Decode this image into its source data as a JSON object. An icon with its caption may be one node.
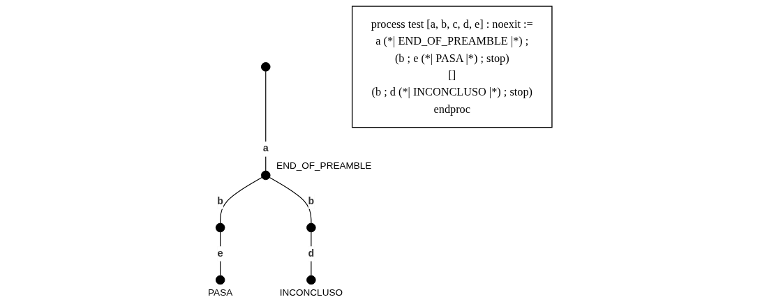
{
  "diagram": {
    "nodes": [
      {
        "text": [],
        "shape": "circle"
      },
      {
        "text": [],
        "shape": "circle",
        "beside": [
          "END_OF_PREAMBLE"
        ]
      },
      {
        "text": [],
        "shape": "circle"
      },
      {
        "text": [],
        "shape": "circle"
      },
      {
        "text": [],
        "shape": "circle",
        "beside": [
          "PASA"
        ]
      },
      {
        "text": [],
        "shape": "circle",
        "beside": [
          "INCONCLUSO"
        ]
      },
      {
        "text": [
          "process test [a, b, c, d, e] : noexit :=",
          "a (*| END_OF_PREAMBLE |*) ;",
          "(b ; e (*| PASA |*) ; stop)",
          "[]",
          "(b ; d (*| INCONCLUSO |*) ; stop)",
          "endproc"
        ]
      }
    ],
    "edges": [
      {
        "from": 0,
        "to": 1,
        "arrow": "none",
        "label": "a"
      },
      {
        "from": 1,
        "to": 2,
        "arrow": "none",
        "label": "b"
      },
      {
        "from": 1,
        "to": 3,
        "arrow": "none",
        "label": "b"
      },
      {
        "from": 2,
        "to": 4,
        "arrow": "none",
        "label": "e"
      },
      {
        "from": 3,
        "to": 5,
        "arrow": "none",
        "label": "d"
      }
    ]
  }
}
